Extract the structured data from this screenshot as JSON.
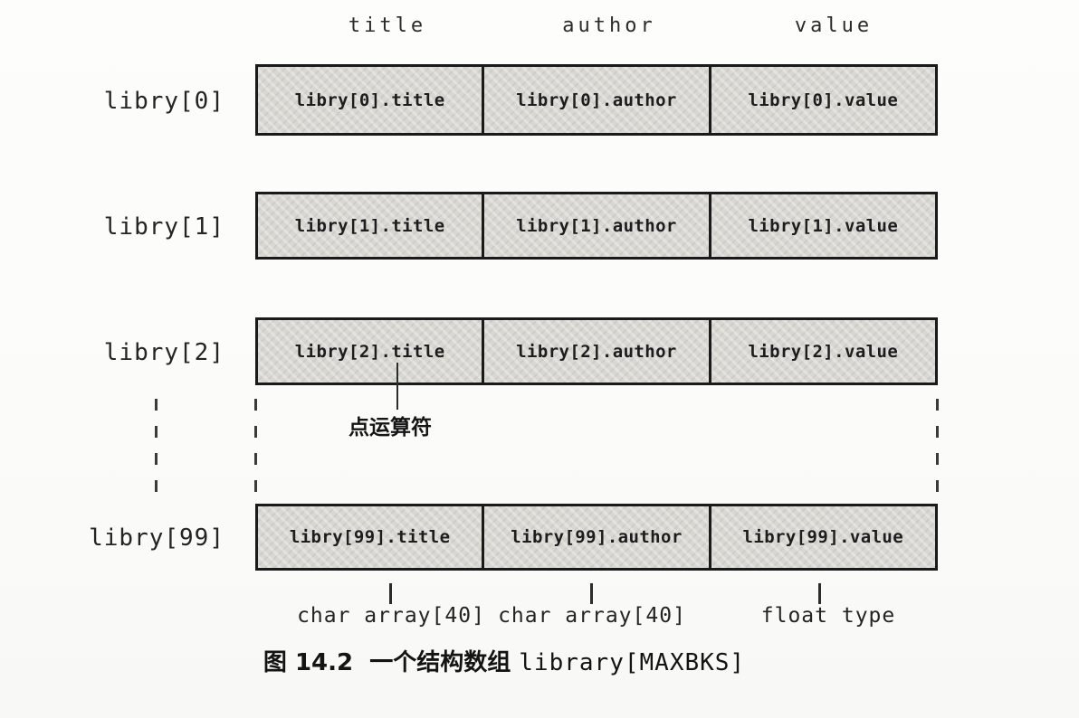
{
  "figure": {
    "column_headers": [
      "title",
      "author",
      "value"
    ],
    "rows": [
      {
        "label": "libry[0]",
        "cells": [
          "libry[0].title",
          "libry[0].author",
          "libry[0].value"
        ]
      },
      {
        "label": "libry[1]",
        "cells": [
          "libry[1].title",
          "libry[1].author",
          "libry[1].value"
        ]
      },
      {
        "label": "libry[2]",
        "cells": [
          "libry[2].title",
          "libry[2].author",
          "libry[2].value"
        ]
      },
      {
        "label": "libry[99]",
        "cells": [
          "libry[99].title",
          "libry[99].author",
          "libry[99].value"
        ]
      }
    ],
    "annotations": {
      "dot_operator": "点运算符",
      "type_labels": [
        "char array[40]",
        "char array[40]",
        "float type"
      ]
    },
    "caption": {
      "figure_number": "图 14.2",
      "text": "一个结构数组 ",
      "code": "library[MAXBKS]"
    },
    "colors": {
      "background": "#fcfcfa",
      "cell_fill": "#d8d7d2",
      "border": "#1a1a1a",
      "text": "#1d1d1d"
    }
  }
}
